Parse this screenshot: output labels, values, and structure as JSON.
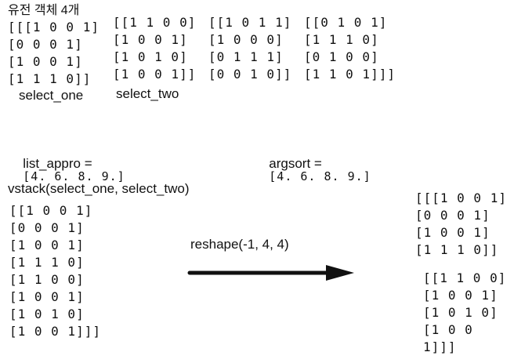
{
  "title": "유전 객체 4개",
  "matrices": [
    [
      "[[[1 0 0 1]",
      "  [0 0 0 1]",
      "  [1 0 0 1]",
      "  [1 1 1 0]]"
    ],
    [
      "[[1 1 0 0]",
      " [1 0 0 1]",
      " [1 0 1 0]",
      " [1 0 0 1]]"
    ],
    [
      "[[1 0 1 1]",
      " [1 0 0 0]",
      " [0 1 1 1]",
      " [0 0 1 0]]"
    ],
    [
      "[[0 1 0 1]",
      " [1 1 1 0]",
      " [0 1 0 0]",
      " [1 1 0 1]]]"
    ]
  ],
  "labels": {
    "select_one": "select_one",
    "select_two": "select_two"
  },
  "list_appro": {
    "label": "list_appro =",
    "value": "[4. 6. 8. 9.]"
  },
  "argsort": {
    "label": "argsort =",
    "value": "[4. 6. 8. 9.]"
  },
  "vstack": {
    "label": "vstack(select_one, select_two)",
    "rows": [
      "[[1 0 0 1]",
      " [0 0 0 1]",
      " [1 0 0 1]",
      " [1 1 1 0]",
      " [1 1 0 0]",
      " [1 0 0 1]",
      " [1 0 1 0]",
      " [1 0 0 1]]]"
    ]
  },
  "reshape": {
    "label": "reshape(-1, 4, 4)",
    "block_one": [
      "[[[1 0 0 1]",
      "  [0 0 0 1]",
      "  [1 0 0 1]",
      "  [1 1 1 0]]"
    ],
    "block_two": [
      "[[1 1 0 0]",
      " [1 0 0 1]",
      " [1 0 1 0]",
      " [1 0 0 1]]]"
    ]
  }
}
